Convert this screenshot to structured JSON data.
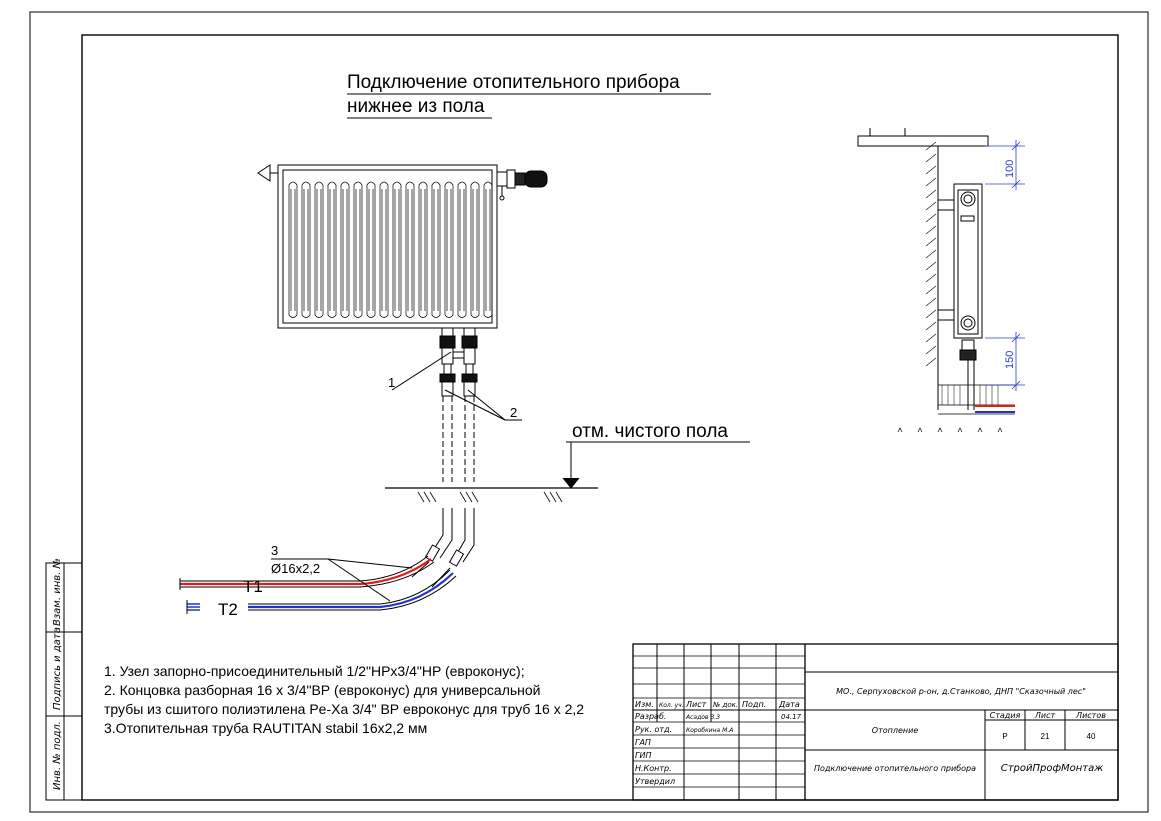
{
  "drawing": {
    "title_line1": "Подключение отопительного прибора",
    "title_line2": "нижнее из пола",
    "floor_label": "отм. чистого пола",
    "callouts": {
      "c1": "1",
      "c2": "2",
      "c3": "3",
      "pipe_size": "Ø16x2,2"
    },
    "pipes": {
      "supply": "T1",
      "return": "T2"
    },
    "dims": {
      "top_gap": "100",
      "bottom_gap": "150"
    },
    "colors": {
      "supply": "#e31b1b",
      "return": "#2233cc",
      "dimension": "#2f3bd0"
    }
  },
  "notes": [
    "1. Узел запорно-присоединительный 1/2\"HPx3/4\"HP (евроконус);",
    "2. Концовка разборная 16 x 3/4\"ВР (евроконус) для универсальной",
    "трубы из сшитого полиэтилена Pe-Xa 3/4\" ВР евроконус для труб 16 х 2,2",
    "3.Отопительная труба RAUTITAN stabil 16x2,2 мм"
  ],
  "side_stamp": [
    "Взам. инв. №",
    "Подпись и дата",
    "Инв. № подл."
  ],
  "title_block": {
    "headers": [
      "Изм.",
      "Кол. уч.",
      "Лист",
      "№ док.",
      "Подп.",
      "Дата"
    ],
    "roles": [
      "Разраб.",
      "Рук. отд.",
      "ГАП",
      "ГИП",
      "Н.Контр.",
      "Утвердил"
    ],
    "names": [
      "Асадов З.З",
      "Коробкина М.А"
    ],
    "date": "04.17",
    "project": "МО., Серпуховской р-он, д.Станково, ДНП \"Сказочный лес\"",
    "section": "Отопление",
    "stage_label": "Стадия",
    "sheet_label": "Лист",
    "sheets_label": "Листов",
    "stage": "Р",
    "sheet": "21",
    "sheets": "40",
    "sheet_title": "Подключение отопительного прибора",
    "company": "СтройПрофМонтаж"
  }
}
